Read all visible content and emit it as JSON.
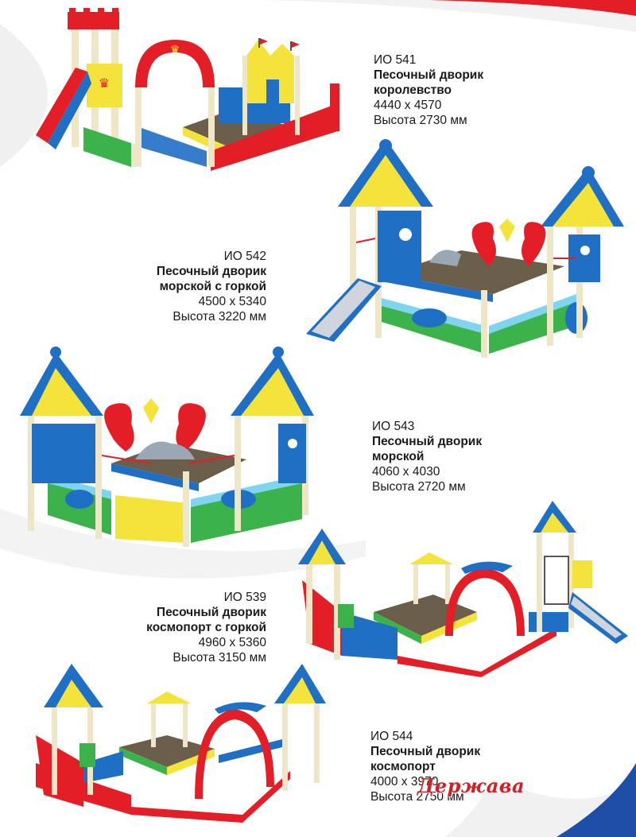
{
  "products": [
    {
      "code": "ИО 541",
      "name_lines": [
        "Песочный дворик",
        "королевство"
      ],
      "dims": "4440 х 4570",
      "height": "Высота 2730 мм"
    },
    {
      "code": "ИО 542",
      "name_lines": [
        "Песочный дворик",
        "морской с горкой"
      ],
      "dims": "4500 х 5340",
      "height": "Высота 3220 мм"
    },
    {
      "code": "ИО 543",
      "name_lines": [
        "Песочный дворик",
        "морской"
      ],
      "dims": "4060 х 4030",
      "height": "Высота 2720 мм"
    },
    {
      "code": "ИО 539",
      "name_lines": [
        "Песочный дворик",
        "космопорт с горкой"
      ],
      "dims": "4960 х 5360",
      "height": "Высота 3150 мм"
    },
    {
      "code": "ИО 544",
      "name_lines": [
        "Песочный дворик",
        "космопорт"
      ],
      "dims": "4000 х 3970",
      "height": "Высота 2750 мм"
    }
  ],
  "logo": "Держава",
  "colors": {
    "accent_red": "#e41e26",
    "blue": "#1f6fc4",
    "yellow": "#f4e33b",
    "green": "#3cb24a",
    "frame": "#efe6c8",
    "sand": "#6b5e4a"
  }
}
